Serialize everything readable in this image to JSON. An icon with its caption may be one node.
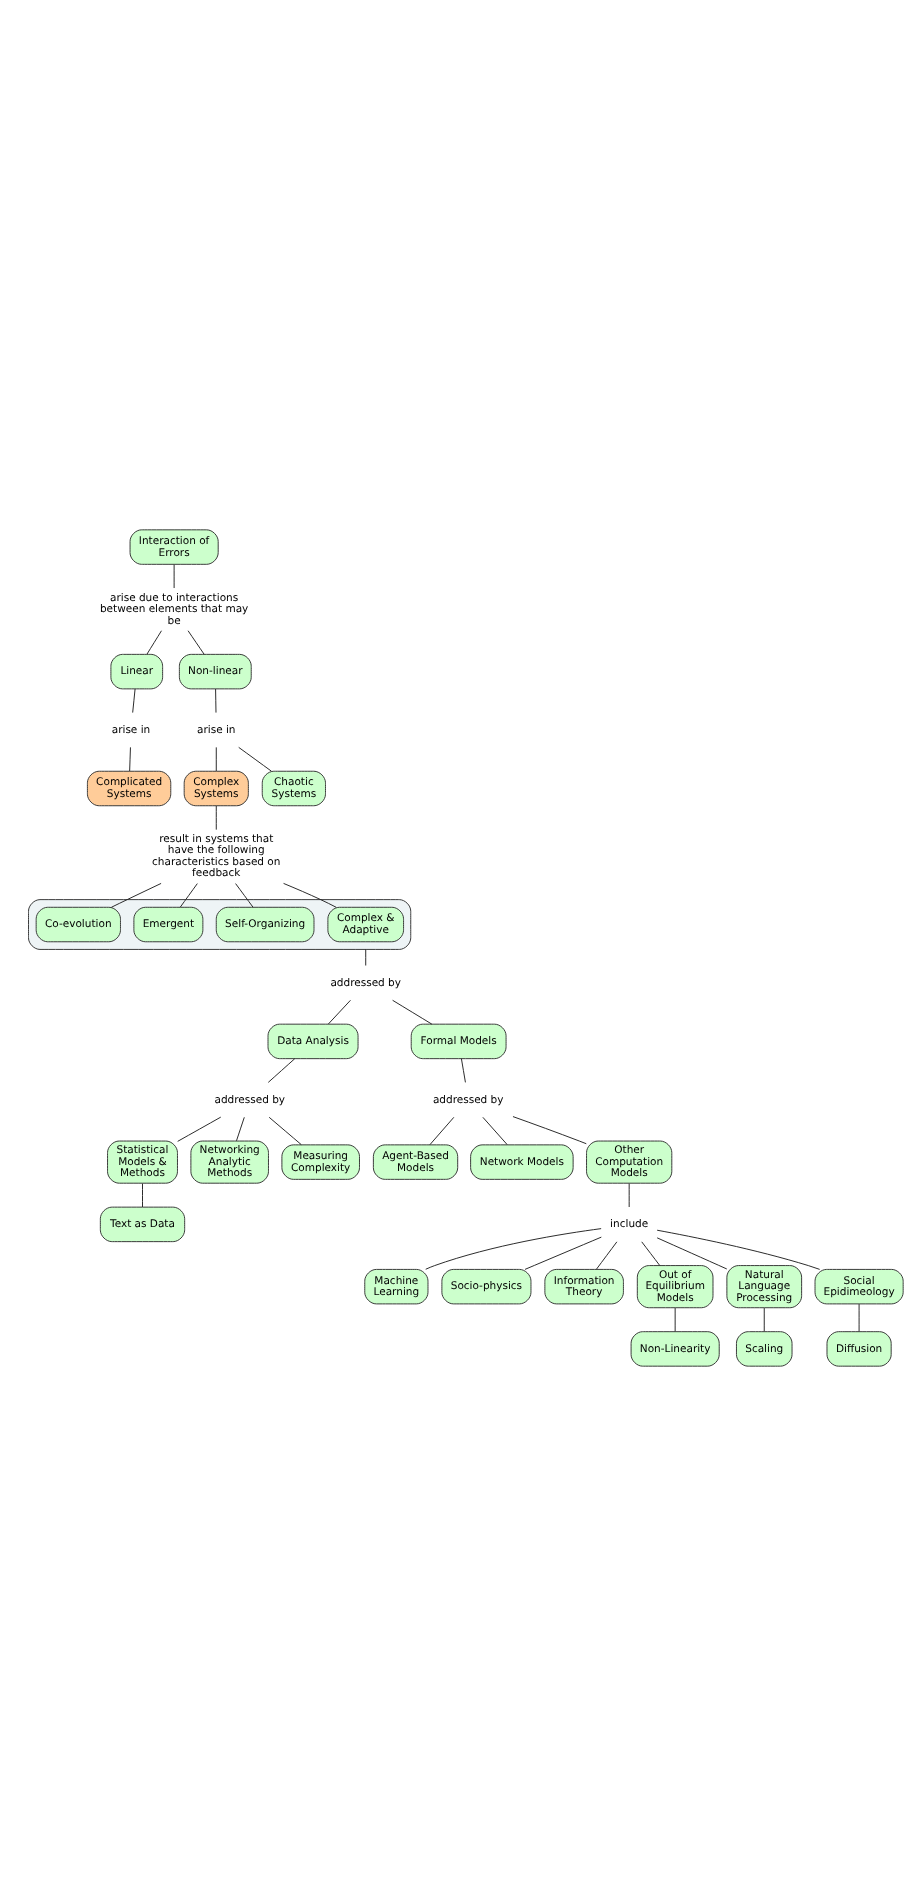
{
  "diagram": {
    "nodes": [
      {
        "text": [
          "Interaction of Errors"
        ]
      },
      {
        "text": [
          "arise due to interactions between elements that may be"
        ]
      },
      {
        "text": [
          "Linear"
        ]
      },
      {
        "text": [
          "Non-linear"
        ]
      },
      {
        "text": [
          "arise in"
        ]
      },
      {
        "text": [
          "arise in"
        ]
      },
      {
        "text": [
          "Complicated Systems"
        ]
      },
      {
        "text": [
          "Complex Systems"
        ]
      },
      {
        "text": [
          "Chaotic Systems"
        ]
      },
      {
        "text": [
          "result in systems that have the following characteristics based on feedback"
        ]
      },
      {
        "text": [],
        "shape": "box"
      },
      {
        "text": [
          "Complex & Adaptive"
        ],
        "in": 10
      },
      {
        "text": [
          "Self-Organizing"
        ],
        "in": 10
      },
      {
        "text": [
          "Emergent"
        ],
        "in": 10
      },
      {
        "text": [
          "Co-evolution"
        ],
        "in": 10
      },
      {
        "text": [
          "addressed by"
        ]
      },
      {
        "text": [
          "Data Analysis"
        ]
      },
      {
        "text": [
          "Formal Models"
        ]
      },
      {
        "text": [
          "addressed by"
        ]
      },
      {
        "text": [
          "addressed by"
        ]
      },
      {
        "text": [
          "Statistical Models & Methods"
        ]
      },
      {
        "text": [
          "Networking Analytic Methods"
        ]
      },
      {
        "text": [
          "Text as Data"
        ]
      },
      {
        "text": [
          "Measuring Complexity"
        ]
      },
      {
        "text": [
          "Agent-Based Models"
        ]
      },
      {
        "text": [
          "Network Models"
        ]
      },
      {
        "text": [
          "Other Computation Models"
        ]
      },
      {
        "text": [
          "include"
        ]
      },
      {
        "text": [
          "Machine Learning"
        ]
      },
      {
        "text": [
          "Socio-physics"
        ]
      },
      {
        "text": [
          "Information Theory"
        ]
      },
      {
        "text": [
          "Out of Equilibrium Models"
        ]
      },
      {
        "text": [
          "Natural Language Processing"
        ]
      },
      {
        "text": [
          "Social Epidimeology"
        ]
      },
      {
        "text": [
          "Non-Linearity"
        ]
      },
      {
        "text": [
          "Scaling"
        ]
      },
      {
        "text": [
          "Diffusion"
        ]
      }
    ],
    "edges": [
      {
        "from": 0,
        "to": 1,
        "arrow": "none"
      },
      {
        "from": 1,
        "to": 2,
        "arrow": "none"
      },
      {
        "from": 1,
        "to": 3,
        "arrow": "none"
      },
      {
        "from": 2,
        "to": 4,
        "arrow": "none"
      },
      {
        "from": 4,
        "to": 6,
        "arrow": "none"
      },
      {
        "from": 3,
        "to": 5,
        "arrow": "none"
      },
      {
        "from": 5,
        "to": 7,
        "arrow": "none"
      },
      {
        "from": 5,
        "to": 8,
        "arrow": "none"
      },
      {
        "from": 7,
        "to": 9,
        "arrow": "none"
      },
      {
        "from": 9,
        "to": 11,
        "arrow": "none"
      },
      {
        "from": 9,
        "to": 12,
        "arrow": "none"
      },
      {
        "from": 9,
        "to": 13,
        "arrow": "none"
      },
      {
        "from": 9,
        "to": 14,
        "arrow": "none"
      },
      {
        "from": 10,
        "to": 15,
        "arrow": "none"
      },
      {
        "from": 15,
        "to": 16,
        "arrow": "none"
      },
      {
        "from": 15,
        "to": 17,
        "arrow": "none"
      },
      {
        "from": 16,
        "to": 18,
        "arrow": "none"
      },
      {
        "from": 18,
        "to": 20,
        "arrow": "none"
      },
      {
        "from": 18,
        "to": 23,
        "arrow": "none"
      },
      {
        "from": 18,
        "to": 21,
        "arrow": "none"
      },
      {
        "from": 20,
        "to": 22,
        "arrow": "none"
      },
      {
        "from": 17,
        "to": 19,
        "arrow": "none"
      },
      {
        "from": 19,
        "to": 24,
        "arrow": "none"
      },
      {
        "from": 19,
        "to": 26,
        "arrow": "none"
      },
      {
        "from": 19,
        "to": 25,
        "arrow": "none"
      },
      {
        "from": 26,
        "to": 27,
        "arrow": "none"
      },
      {
        "from": 27,
        "to": 28,
        "arrow": "none"
      },
      {
        "from": 27,
        "to": 29,
        "arrow": "none"
      },
      {
        "from": 27,
        "to": 31,
        "arrow": "none"
      },
      {
        "from": 27,
        "to": 32,
        "arrow": "none"
      },
      {
        "from": 27,
        "to": 30,
        "arrow": "none"
      },
      {
        "from": 27,
        "to": 33,
        "arrow": "none"
      },
      {
        "from": 31,
        "to": 34,
        "arrow": "none"
      },
      {
        "from": 32,
        "to": 35,
        "arrow": "none"
      },
      {
        "from": 33,
        "to": 36,
        "arrow": "none"
      }
    ]
  }
}
